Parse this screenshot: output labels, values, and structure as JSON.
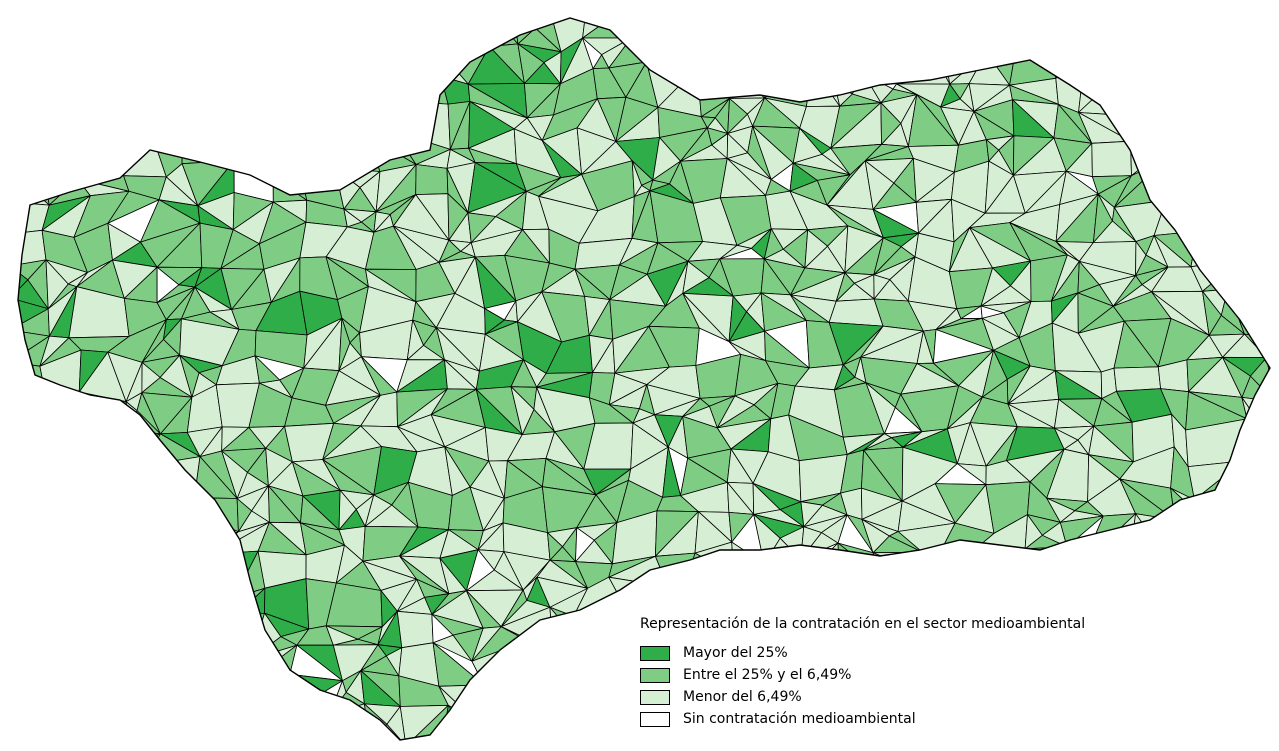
{
  "legend": {
    "title": "Representación de la contratación en el sector medioambiental",
    "items": [
      {
        "label": "Mayor del 25%",
        "color": "#2fad49"
      },
      {
        "label": "Entre el 25% y el 6,49%",
        "color": "#7fcd84"
      },
      {
        "label": "Menor del 6,49%",
        "color": "#d6efd4"
      },
      {
        "label": "Sin contratación medioambiental",
        "color": "#ffffff"
      }
    ]
  },
  "colors": {
    "border": "#000000",
    "background": "#ffffff"
  }
}
